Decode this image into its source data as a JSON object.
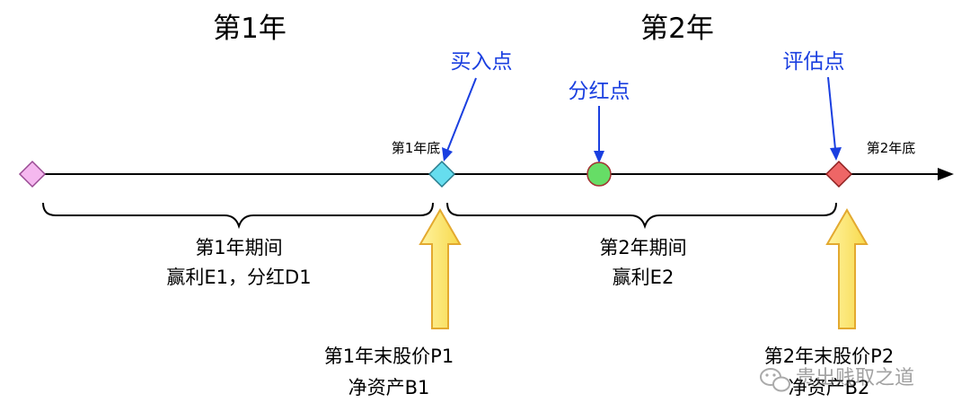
{
  "headers": {
    "year1": "第1年",
    "year2": "第2年"
  },
  "points": {
    "buy": "买入点",
    "dividend": "分红点",
    "eval": "评估点"
  },
  "timeline": {
    "year1_end": "第1年底",
    "year2_end": "第2年底"
  },
  "periods": {
    "year1": {
      "title": "第1年期间",
      "detail": "赢利E1，分红D1"
    },
    "year2": {
      "title": "第2年期间",
      "detail": "赢利E2"
    }
  },
  "annotations": {
    "year1_price": "第1年末股价P1",
    "year1_assets": "净资产B1",
    "year2_price": "第2年末股价P2",
    "year2_assets": "净资产B2"
  },
  "watermark": "贵出贱取之道",
  "colors": {
    "blue_label": "#1a3fe0",
    "arrow_yellow": "#fde96a",
    "arrow_yellow_stroke": "#e3a92f",
    "start_diamond": "#f5b8ef",
    "buy_diamond": "#66ddee",
    "dividend_circle": "#66dd66",
    "eval_diamond": "#ee6666"
  }
}
